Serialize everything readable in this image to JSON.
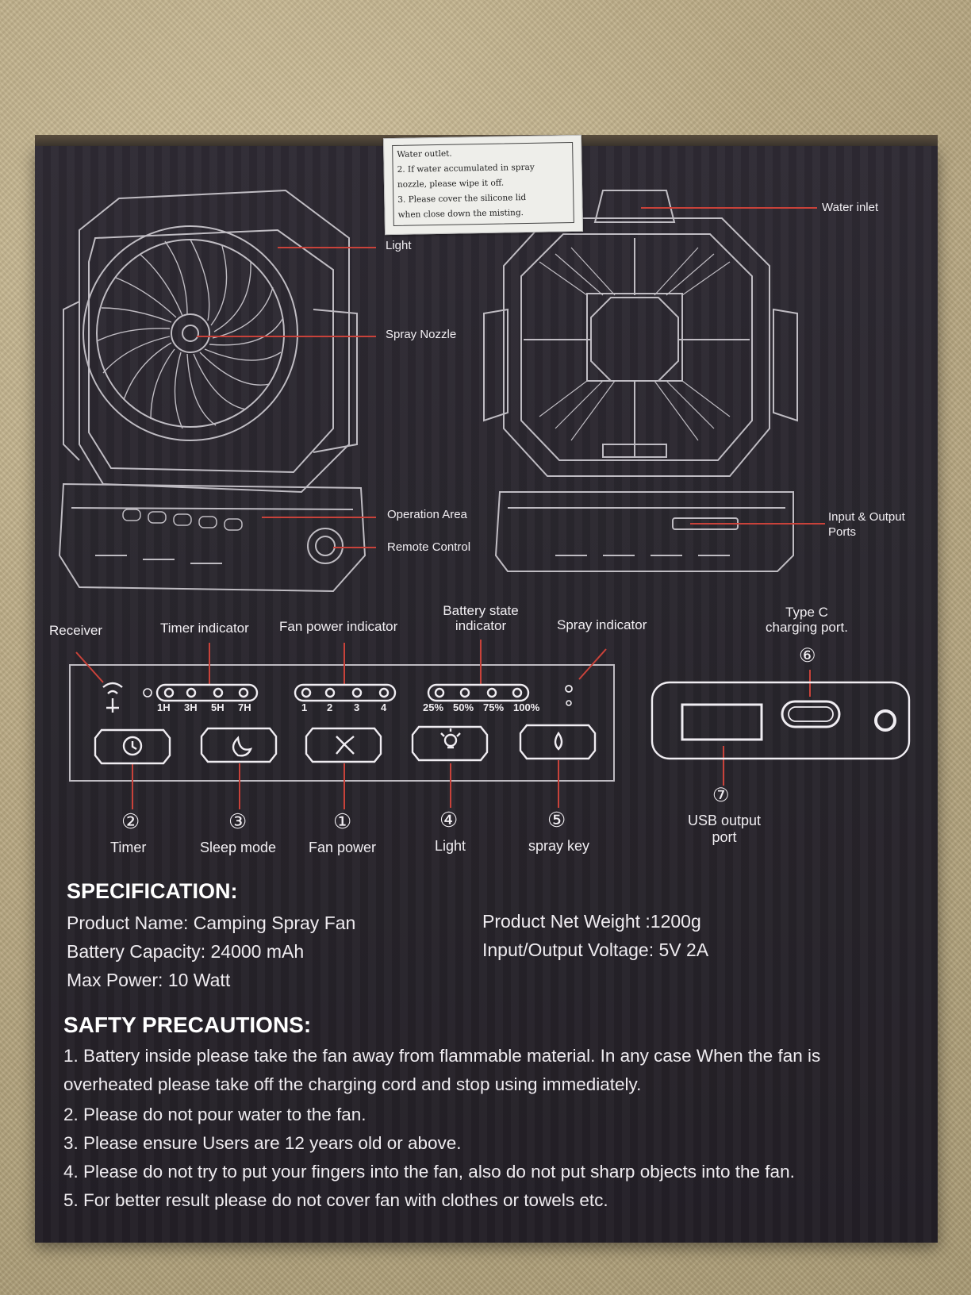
{
  "sticker": {
    "lines": [
      "Water outlet.",
      "2. If water accumulated in spray",
      "nozzle, please wipe it off.",
      "3. Please cover the silicone lid",
      "when close down the misting."
    ]
  },
  "callouts": {
    "light": "Light",
    "spray_nozzle": "Spray Nozzle",
    "operation_area": "Operation Area",
    "remote_control": "Remote Control",
    "water_inlet": "Water inlet",
    "io_ports_1": "Input & Output",
    "io_ports_2": "Ports"
  },
  "panel": {
    "receiver": "Receiver",
    "timer_indicator": "Timer indicator",
    "fan_power_indicator": "Fan power indicator",
    "battery_state_1": "Battery state",
    "battery_state_2": "indicator",
    "spray_indicator": "Spray indicator",
    "type_c_1": "Type C",
    "type_c_2": "charging port.",
    "timer_ticks": [
      "1H",
      "3H",
      "5H",
      "7H"
    ],
    "fan_ticks": [
      "1",
      "2",
      "3",
      "4"
    ],
    "battery_ticks": [
      "25%",
      "50%",
      "75%",
      "100%"
    ]
  },
  "buttons": [
    {
      "num": "②",
      "label": "Timer"
    },
    {
      "num": "③",
      "label": "Sleep mode"
    },
    {
      "num": "①",
      "label": "Fan power"
    },
    {
      "num": "④",
      "label": "Light"
    },
    {
      "num": "⑤",
      "label": "spray key"
    }
  ],
  "ports": {
    "type_c_num": "⑥",
    "usb_num": "⑦",
    "usb_label_1": "USB output",
    "usb_label_2": "port"
  },
  "specification": {
    "heading": "SPECIFICATION:",
    "product_name": "Product Name: Camping Spray Fan",
    "battery_capacity": "Battery Capacity: 24000 mAh",
    "max_power": "Max Power: 10 Watt",
    "net_weight": "Product Net Weight :1200g",
    "voltage": "Input/Output Voltage: 5V 2A"
  },
  "safety": {
    "heading": "SAFTY PRECAUTIONS:",
    "lines": [
      "1. Battery inside please take the fan away from flammable material. In any case When the fan is",
      "overheated please take off the charging cord and stop using immediately.",
      "2. Please do not pour water to the fan.",
      "3. Please ensure Users are 12 years old or above.",
      "4. Please do not try to put your fingers into the fan, also do not put sharp objects into the fan.",
      "5. For better result please do not cover fan with clothes or towels etc."
    ]
  }
}
